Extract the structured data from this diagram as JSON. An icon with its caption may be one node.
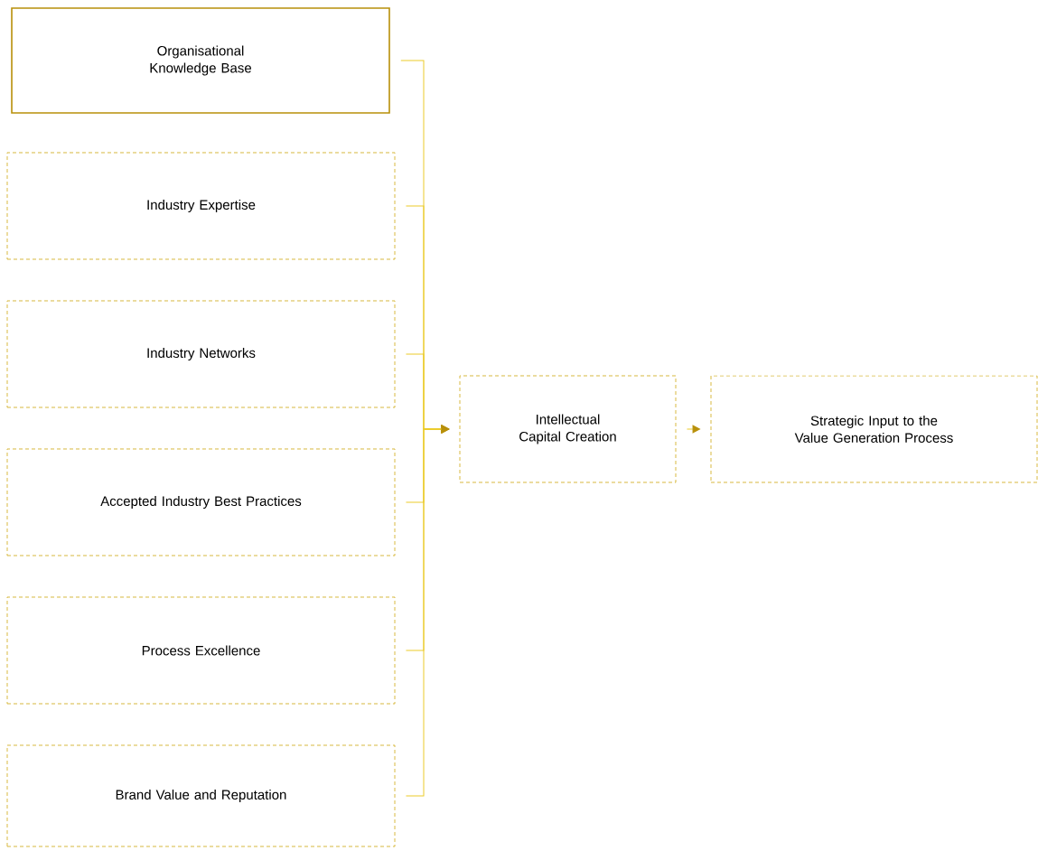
{
  "diagram": {
    "nodes": [
      {
        "text": [
          "Organisational Knowledge Base"
        ]
      },
      {
        "text": [
          "Industry Expertise"
        ]
      },
      {
        "text": [
          "Industry Networks"
        ]
      },
      {
        "text": [
          "Accepted Industry Best Practices"
        ]
      },
      {
        "text": [
          "Process Excellence"
        ]
      },
      {
        "text": [
          "Brand Value and Reputation"
        ]
      },
      {
        "text": [
          "Intellectual Capital Creation"
        ]
      },
      {
        "text": [
          "Strategic Input to the Value Generation Process"
        ]
      }
    ],
    "edges": [
      {
        "from": 0,
        "to": 6,
        "arrow": "to"
      },
      {
        "from": 1,
        "to": 6,
        "arrow": "to"
      },
      {
        "from": 2,
        "to": 6,
        "arrow": "to"
      },
      {
        "from": 3,
        "to": 6,
        "arrow": "to"
      },
      {
        "from": 4,
        "to": 6,
        "arrow": "to"
      },
      {
        "from": 5,
        "to": 6,
        "arrow": "to"
      },
      {
        "from": 6,
        "to": 7,
        "arrow": "to"
      }
    ]
  }
}
